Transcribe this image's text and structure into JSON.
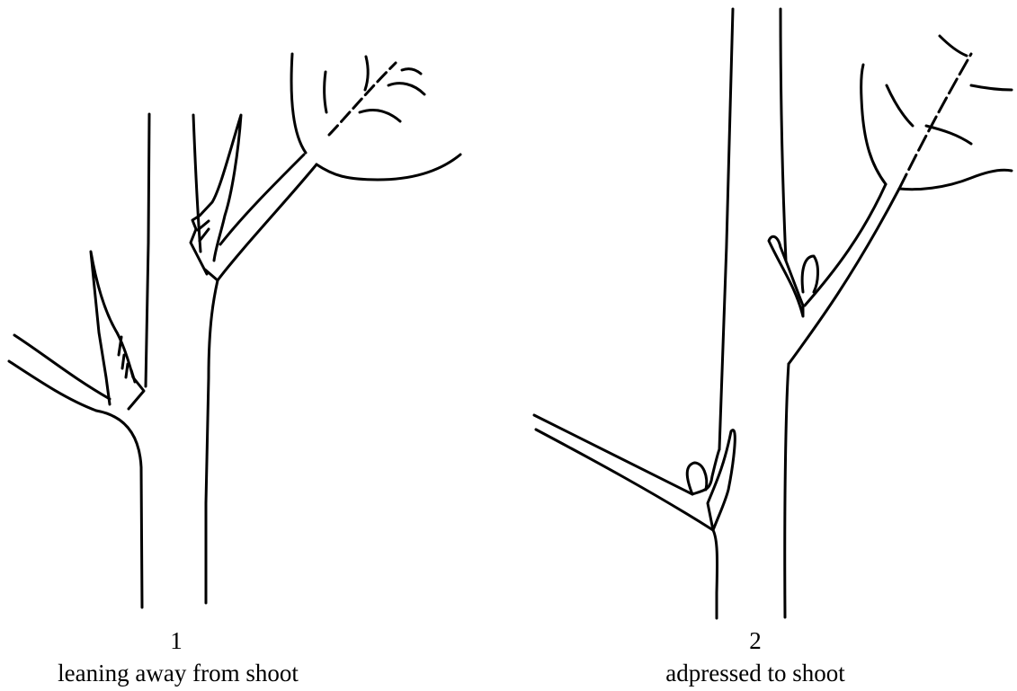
{
  "figures": [
    {
      "number": "1",
      "caption": "leaning away from shoot"
    },
    {
      "number": "2",
      "caption": "adpressed to shoot"
    }
  ]
}
